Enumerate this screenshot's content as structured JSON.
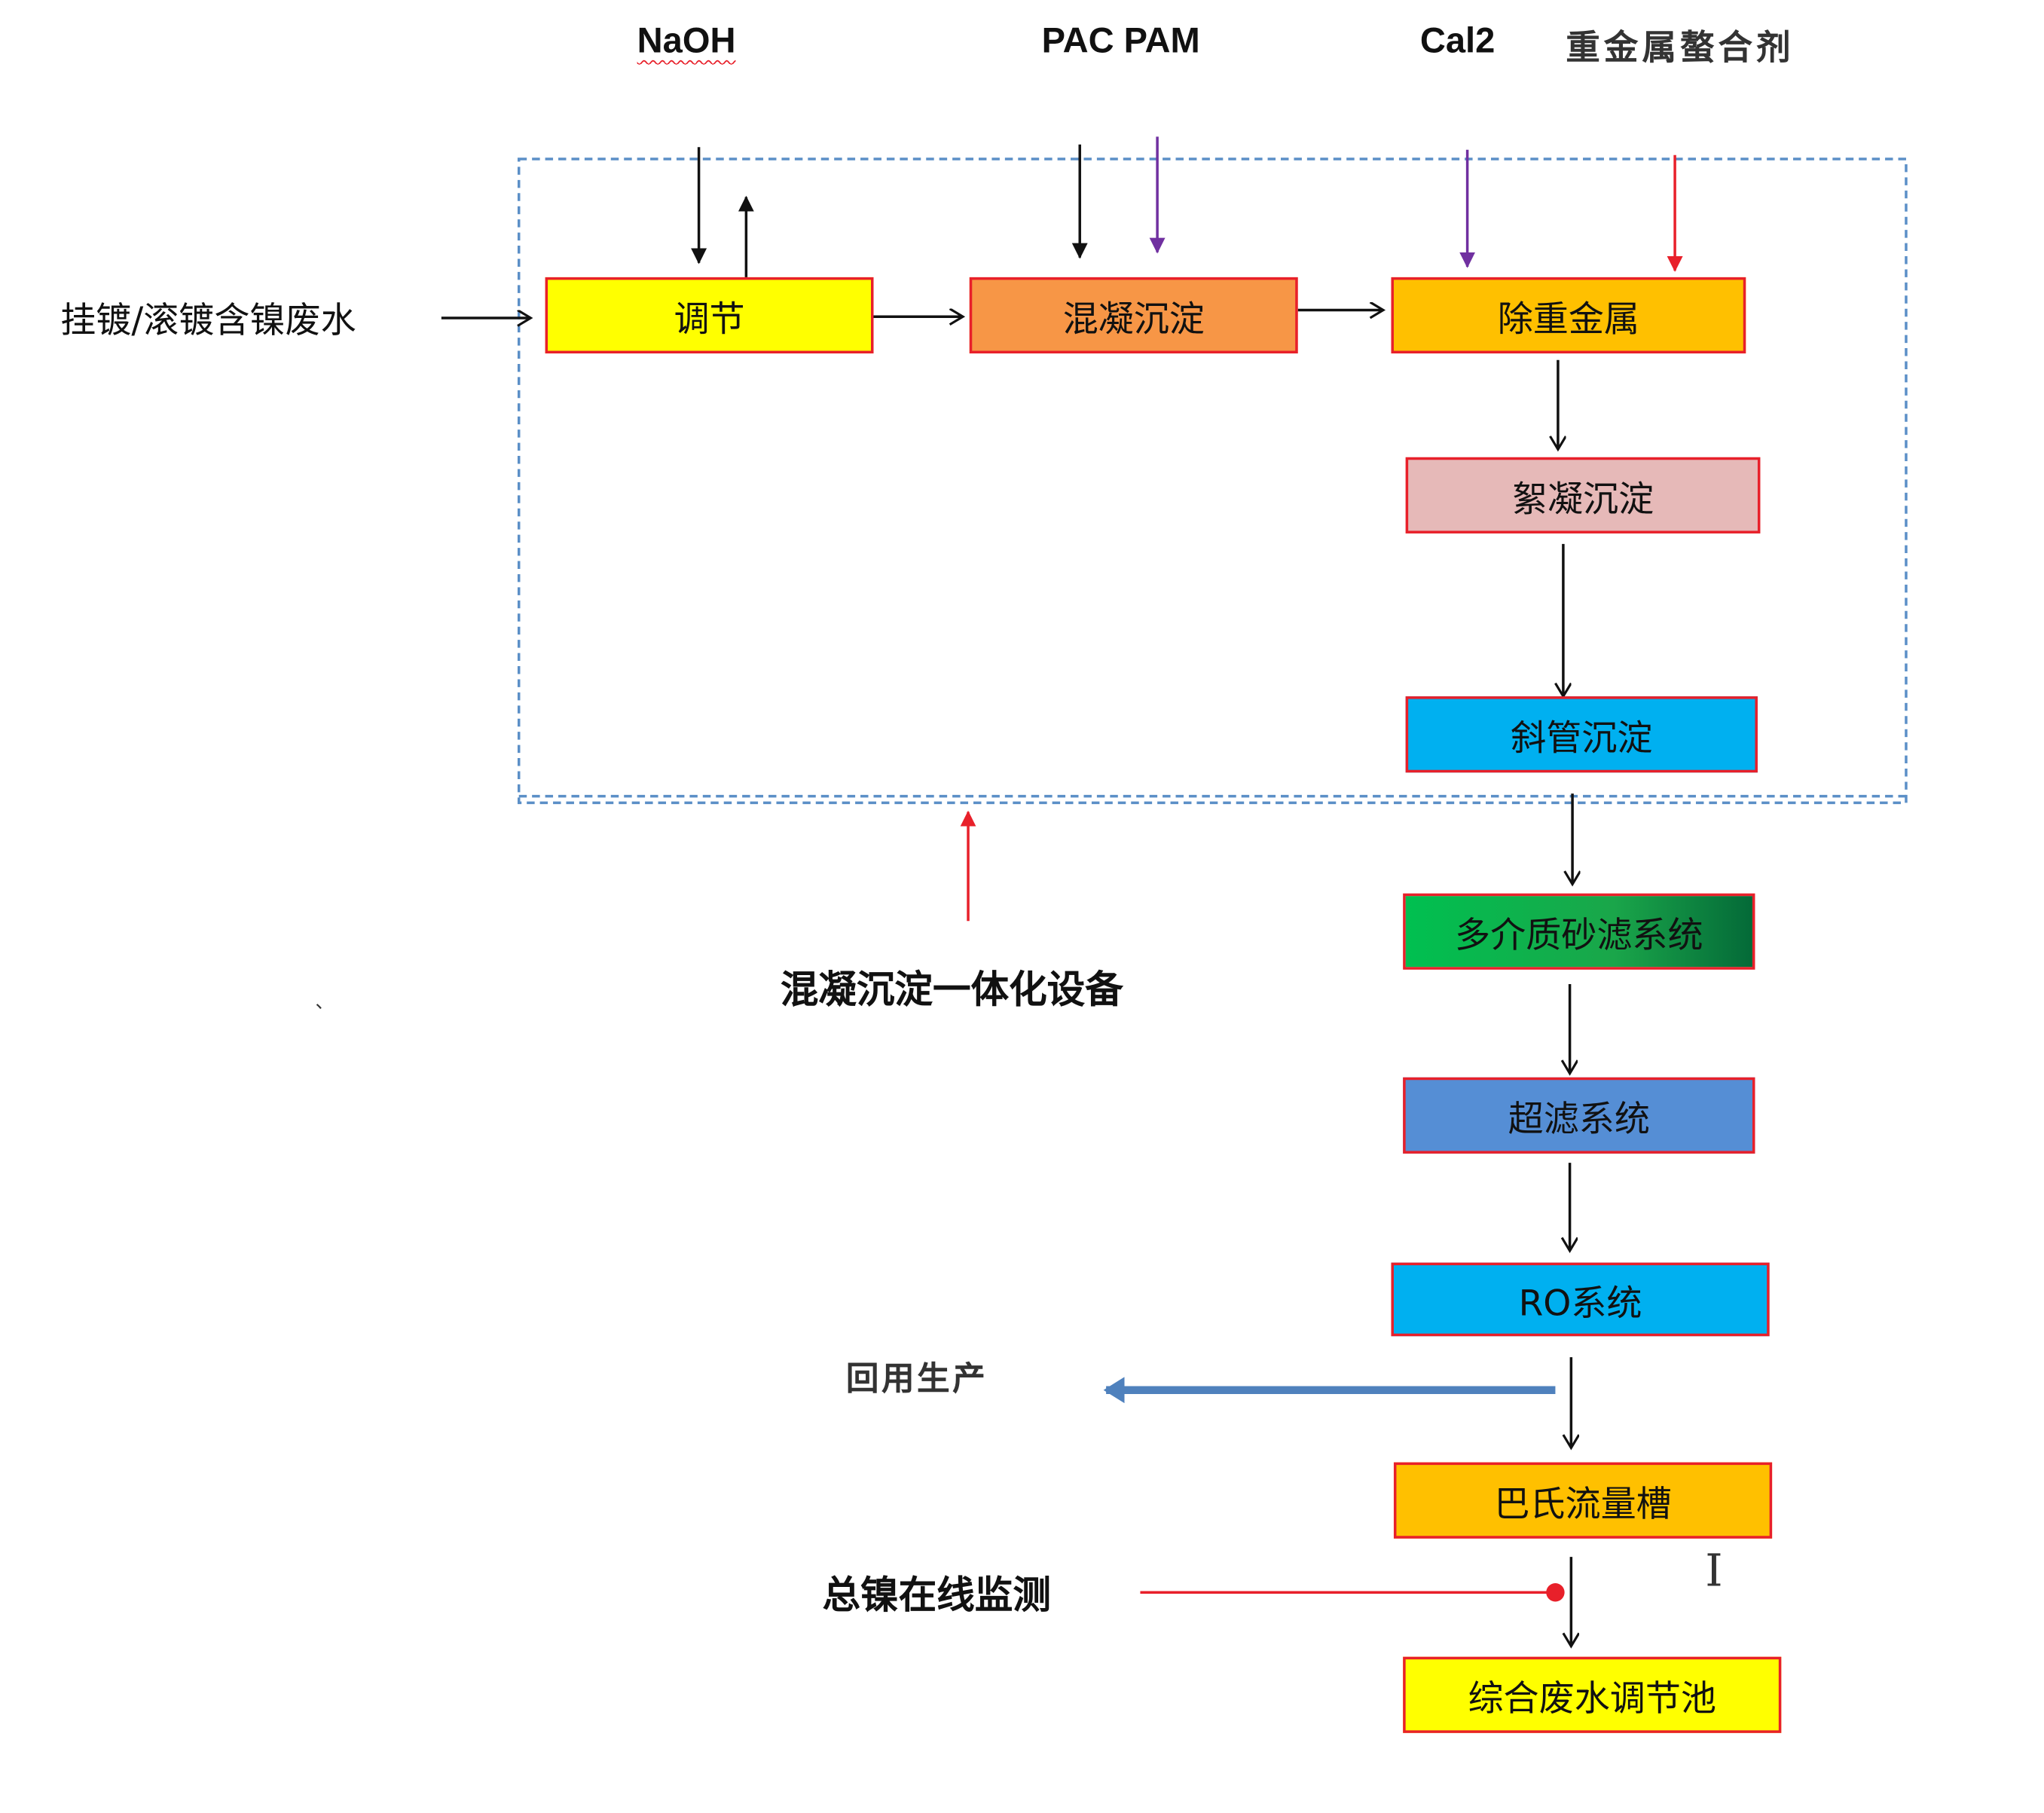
{
  "reagents": {
    "naoh": "NaOH",
    "pac_pam": "PAC PAM",
    "cal2": "Cal2",
    "chelator": "重金属螯合剂"
  },
  "inlet_label": "挂镀/滚镀含镍废水",
  "process_boxes": {
    "adjust": "调节",
    "coag_settle": "混凝沉淀",
    "heavy_metal_removal": "除重金属",
    "floc_settle": "絮凝沉淀",
    "tube_settle": "斜管沉淀",
    "sand_filter": "多介质砂滤系统",
    "ultrafilter": "超滤系统",
    "ro": "RO系统",
    "parshall": "巴氏流量槽",
    "pool": "综合废水调节池"
  },
  "integrated_equipment_label": "混凝沉淀一体化设备",
  "reuse_label": "回用生产",
  "monitor_label": "总镍在线监测",
  "colors": {
    "adjust": "#ffff00",
    "coag_settle": "#f79646",
    "heavy_metal_removal": "#ffc000",
    "floc_settle": "#e6b9b8",
    "tube_settle": "#00b0f0",
    "sand_filter_start": "#00c050",
    "sand_filter_end": "#046a38",
    "ultrafilter": "#558ed5",
    "ro": "#00b0f0",
    "parshall": "#ffc000",
    "pool": "#ffff00",
    "box_border": "#e8202a",
    "reuse_arrow": "#4f81bd",
    "dashed_frame": "#5b8fc7",
    "purple_arrow": "#7030a0",
    "red_arrow": "#e8202a"
  }
}
